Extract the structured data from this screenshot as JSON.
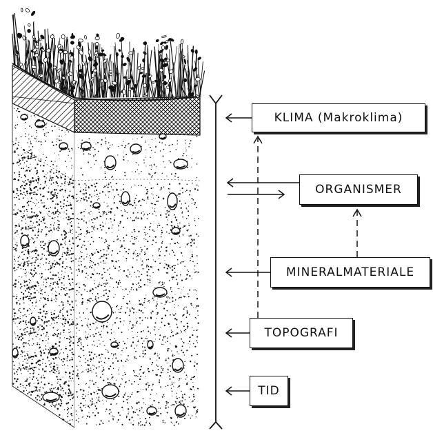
{
  "factors": {
    "klima": "KLIMA (Makroklima)",
    "organismer": "ORGANISMER",
    "mineralmateriale": "MINERALMATERIALE",
    "topografi": "TOPOGRAFI",
    "tid": "TID"
  },
  "colors": {
    "ink": "#111111",
    "paper": "#ffffff"
  }
}
